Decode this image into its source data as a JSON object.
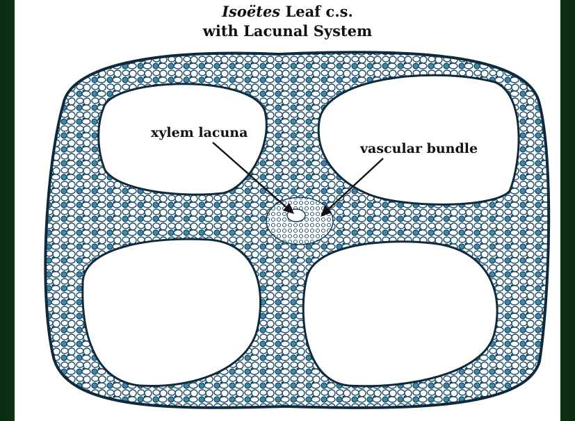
{
  "title": {
    "italic_part": "Isoëtes",
    "rest": " Leaf c.s.",
    "line2": "with Lacunal System"
  },
  "labels": {
    "xylem_lacuna": "xylem lacuna",
    "vascular_bundle": "vascular bundle"
  },
  "colors": {
    "background_green": "#1d6a24",
    "tissue_blue": "#3d88a8",
    "tissue_dark": "#123b55",
    "cell_white": "#ffffff"
  }
}
